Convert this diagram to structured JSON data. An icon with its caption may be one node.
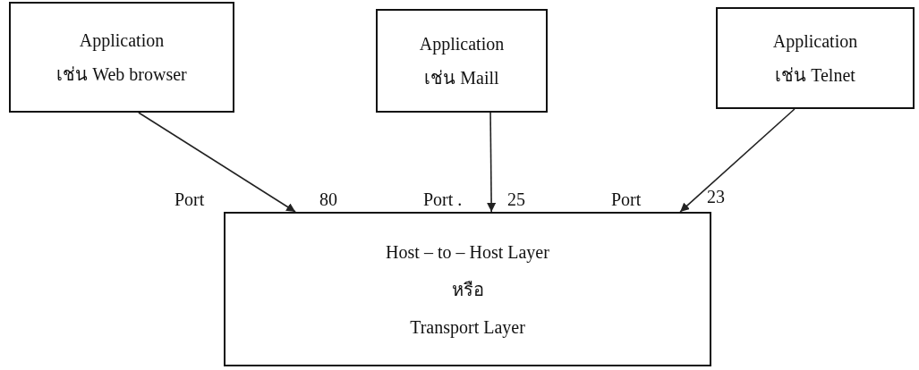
{
  "diagram": {
    "nodes": [
      {
        "text": [
          "Application",
          "เช่น Web browser"
        ]
      },
      {
        "text": [
          "Application",
          "เช่น Maill"
        ]
      },
      {
        "text": [
          "Application",
          "เช่น Telnet"
        ]
      },
      {
        "text": [
          "Host – to – Host Layer",
          "หรือ",
          "Transport Layer"
        ]
      }
    ],
    "edges": [
      {
        "from": 0,
        "to": 3,
        "arrow": "to"
      },
      {
        "from": 1,
        "to": 3,
        "arrow": "to"
      },
      {
        "from": 2,
        "to": 3,
        "arrow": "to"
      }
    ],
    "labels": [
      "Port",
      "80",
      "Port .",
      "25",
      "Port",
      "23"
    ]
  }
}
